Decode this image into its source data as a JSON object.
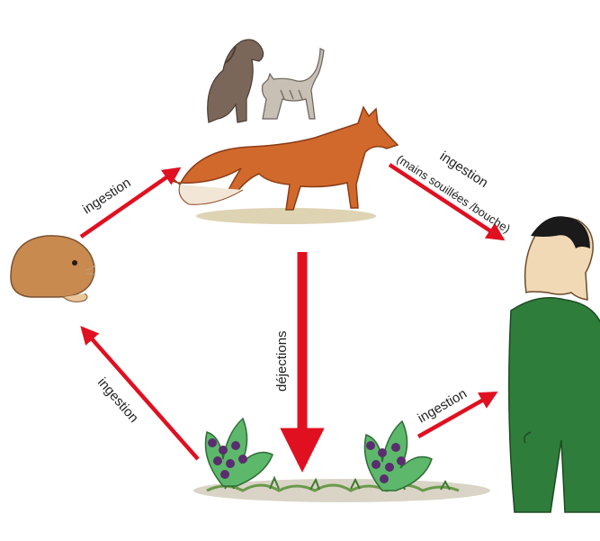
{
  "labels": {
    "fox_to_human": "ingestion",
    "fox_to_human_detail": "(mains souillées /bouche)",
    "rodent_to_fox": "ingestion",
    "plants_to_rodent": "ingestion",
    "plants_to_human": "ingestion",
    "droppings": "déjections"
  },
  "colors": {
    "arrow": "#e01020",
    "fox": "#d2692c",
    "human_suit": "#2f7d3a",
    "berries": "#5a2d6e",
    "leaves": "#5db86b"
  },
  "icons": [
    "dog-icon",
    "cat-icon",
    "fox-icon",
    "rodent-icon",
    "berry-plant-icon",
    "human-icon",
    "ground-icon"
  ]
}
